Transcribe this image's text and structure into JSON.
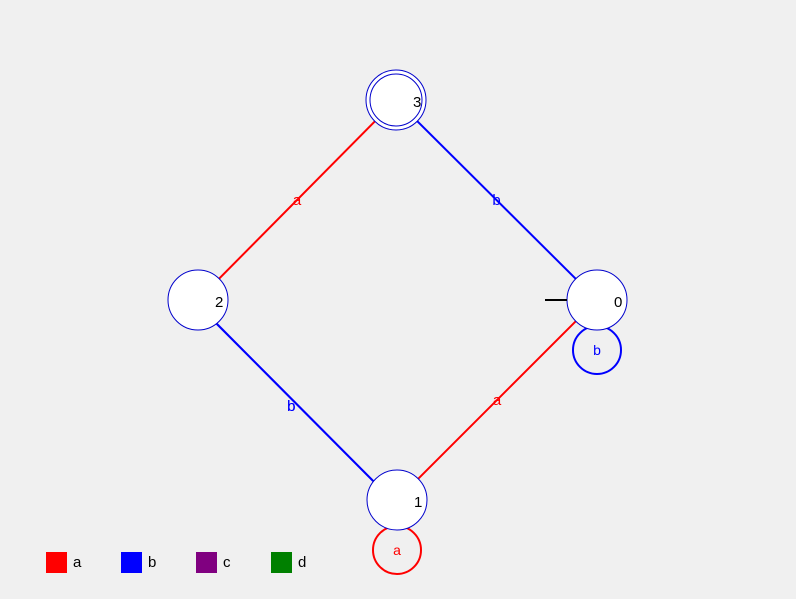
{
  "states": [
    {
      "id": "0",
      "label": "0",
      "initial": true,
      "accepting": false
    },
    {
      "id": "1",
      "label": "1",
      "initial": false,
      "accepting": false
    },
    {
      "id": "2",
      "label": "2",
      "initial": false,
      "accepting": false
    },
    {
      "id": "3",
      "label": "3",
      "initial": false,
      "accepting": true
    }
  ],
  "transitions": [
    {
      "from": "3",
      "to": "0",
      "symbol": "b"
    },
    {
      "from": "0",
      "to": "1",
      "symbol": "a"
    },
    {
      "from": "2",
      "to": "3",
      "symbol": "a"
    },
    {
      "from": "2",
      "to": "1",
      "symbol": "b"
    },
    {
      "from": "1",
      "to": "2",
      "symbol": "b"
    },
    {
      "from": "0",
      "to": "0",
      "symbol": "b"
    },
    {
      "from": "1",
      "to": "1",
      "symbol": "a"
    }
  ],
  "legend": [
    {
      "symbol": "a",
      "color": "#ff0000"
    },
    {
      "symbol": "b",
      "color": "#0000ff"
    },
    {
      "symbol": "c",
      "color": "#800080"
    },
    {
      "symbol": "d",
      "color": "#008000"
    }
  ],
  "colors": {
    "state_outline": "#0000cc",
    "state_fill": "#ffffff",
    "initial_arrow": "#000000"
  }
}
